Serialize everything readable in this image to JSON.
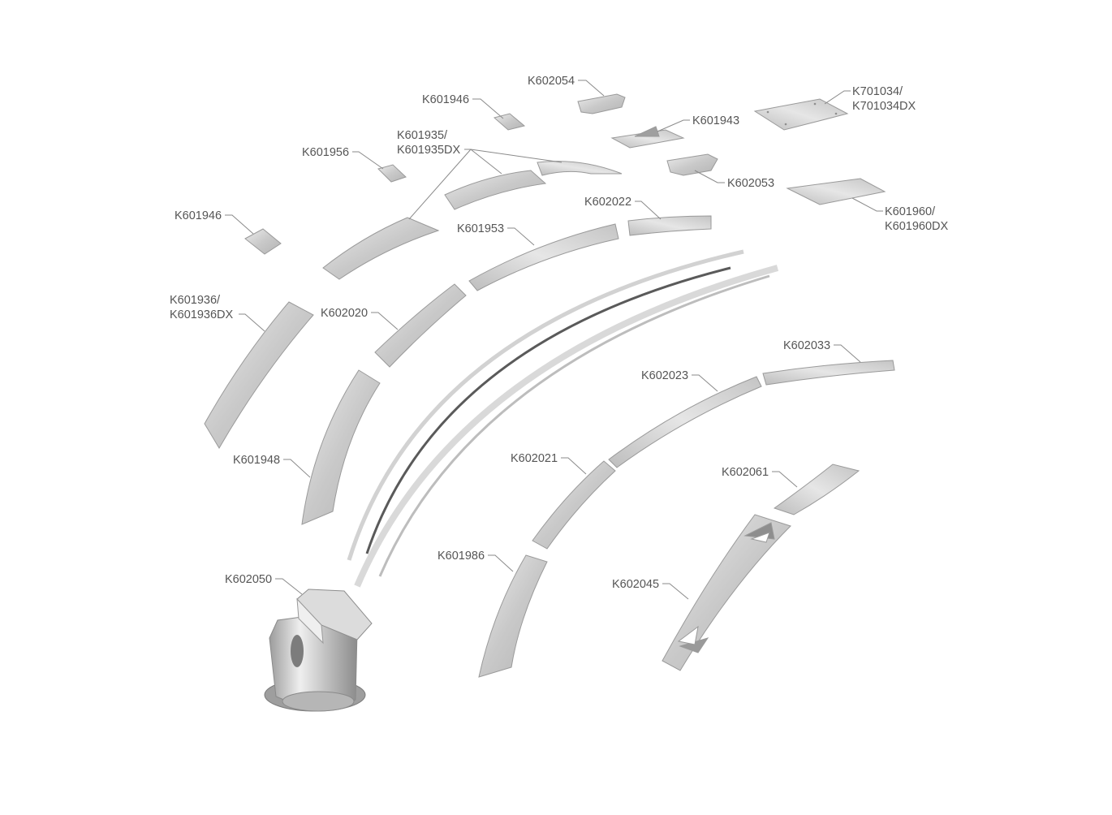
{
  "diagram": {
    "type": "exploded-parts-view",
    "colors": {
      "background": "#ffffff",
      "label_text": "#555555",
      "leader_line": "#8a8a8a",
      "metal_light": "#e4e4e4",
      "metal_mid": "#c8c8c8",
      "metal_dark": "#a8a8a8",
      "rail_dark": "#5a5a5a"
    },
    "labels": {
      "k602054": "K602054",
      "k701034_a": "K701034/",
      "k701034_b": "K701034DX",
      "k601946_top": "K601946",
      "k601943": "K601943",
      "k601935_a": "K601935/",
      "k601935_b": "K601935DX",
      "k601956": "K601956",
      "k602053": "K602053",
      "k601960_a": "K601960/",
      "k601960_b": "K601960DX",
      "k601946_left": "K601946",
      "k602022": "K602022",
      "k601953": "K601953",
      "k601936_a": "K601936/",
      "k601936_b": "K601936DX",
      "k602020": "K602020",
      "k602033": "K602033",
      "k602023": "K602023",
      "k601948": "K601948",
      "k602021": "K602021",
      "k602061": "K602061",
      "k601986": "K601986",
      "k602050": "K602050",
      "k602045": "K602045"
    }
  }
}
